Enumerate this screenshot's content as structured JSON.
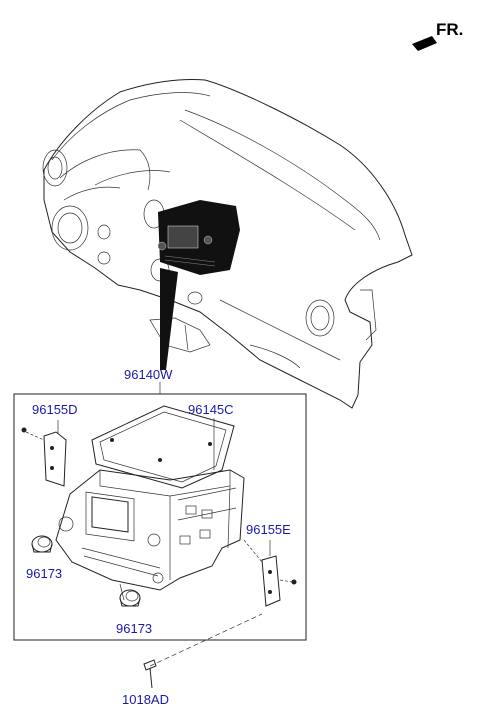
{
  "direction_indicator": {
    "label": "FR."
  },
  "parts": {
    "audio_assembly": "96140W",
    "bracket_left": "96155D",
    "cover_plate": "96145C",
    "bracket_right": "96155E",
    "knob_left": "96173",
    "knob_bottom": "96173",
    "screw": "1018AD"
  },
  "colors": {
    "label_color": "#1a1aa8",
    "line_color": "#222222"
  }
}
